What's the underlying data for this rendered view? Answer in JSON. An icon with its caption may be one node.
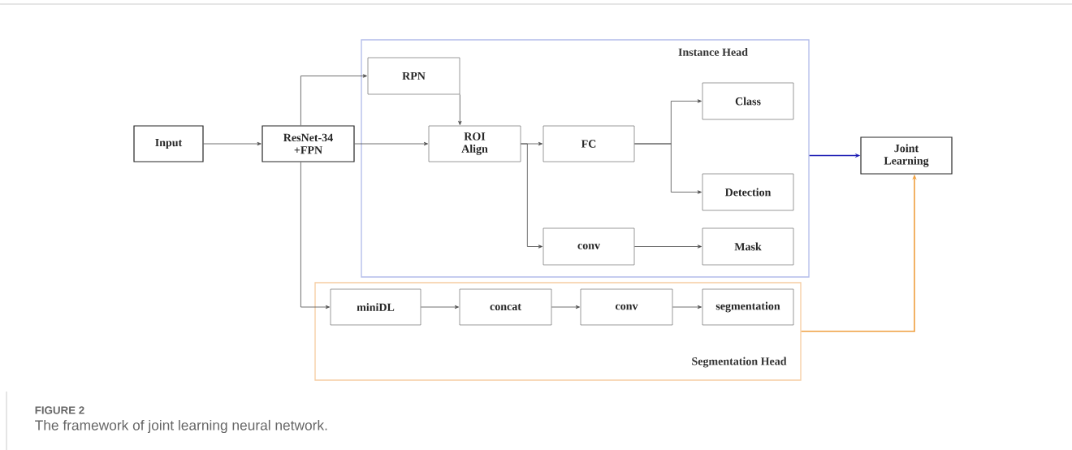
{
  "diagram": {
    "caption": "The framework of joint learning neural network.",
    "nodes": [
      {
        "text": [
          "Input"
        ]
      },
      {
        "text": [
          "ResNet-34 +FPN"
        ]
      },
      {
        "text": [
          "Instance Head"
        ]
      },
      {
        "text": [
          "RPN"
        ],
        "in": 2
      },
      {
        "text": [
          "ROI Align"
        ],
        "in": 2
      },
      {
        "text": [
          "FC"
        ],
        "in": 2
      },
      {
        "text": [
          "Class"
        ],
        "in": 2
      },
      {
        "text": [
          "Detection"
        ],
        "in": 2
      },
      {
        "text": [
          "conv"
        ],
        "in": 2
      },
      {
        "text": [
          "Mask"
        ],
        "in": 2
      },
      {
        "text": [
          "Segmentation Head"
        ]
      },
      {
        "text": [
          "miniDL"
        ],
        "in": 10
      },
      {
        "text": [
          "concat"
        ],
        "in": 10
      },
      {
        "text": [
          "conv"
        ],
        "in": 10
      },
      {
        "text": [
          "segmentation"
        ],
        "in": 10
      },
      {
        "text": [
          "Joint Learning"
        ]
      }
    ],
    "edges": [
      {
        "from": 0,
        "to": 1,
        "arrow": "to"
      },
      {
        "from": 1,
        "to": 3,
        "arrow": "to"
      },
      {
        "from": 1,
        "to": 4,
        "arrow": "to"
      },
      {
        "from": 1,
        "to": 11,
        "arrow": "to"
      },
      {
        "from": 3,
        "to": 4,
        "arrow": "to"
      },
      {
        "from": 4,
        "to": 5,
        "arrow": "to"
      },
      {
        "from": 4,
        "to": 8,
        "arrow": "to"
      },
      {
        "from": 5,
        "to": 6,
        "arrow": "to"
      },
      {
        "from": 5,
        "to": 7,
        "arrow": "to"
      },
      {
        "from": 8,
        "to": 9,
        "arrow": "to"
      },
      {
        "from": 11,
        "to": 12,
        "arrow": "to"
      },
      {
        "from": 12,
        "to": 13,
        "arrow": "to"
      },
      {
        "from": 13,
        "to": 14,
        "arrow": "to"
      },
      {
        "from": 2,
        "to": 15,
        "arrow": "to",
        "color": "#1a1ab4"
      },
      {
        "from": 10,
        "to": 15,
        "arrow": "to",
        "color": "#f0a040"
      }
    ],
    "labels": [
      "FIGURE 2"
    ]
  }
}
